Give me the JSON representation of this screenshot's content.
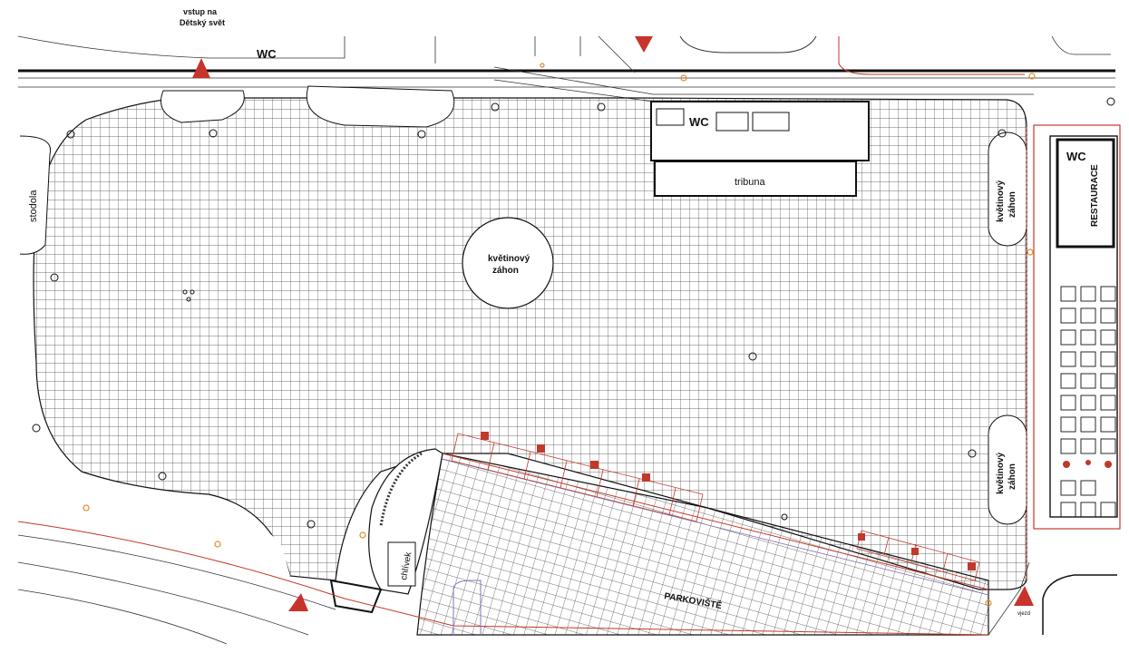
{
  "labels": {
    "entrance": [
      "vstup na",
      "Dětský svět"
    ],
    "wc_top": "WC",
    "wc_stage": "WC",
    "wc_restaurant": "WC",
    "tribune": "tribuna",
    "flowerbed_center": [
      "květinový",
      "záhon"
    ],
    "flowerbed_right_top": [
      "květinový",
      "záhon"
    ],
    "flowerbed_right_bottom": [
      "květinový",
      "záhon"
    ],
    "barn": "stodola",
    "restaurant": "RESTAURACE",
    "shed": "chlívek",
    "parking": "PARKOVIŠTĚ",
    "driveway": "vjezd"
  },
  "colors": {
    "line": "#1a1a1a",
    "grid": "#555555",
    "accent_red": "#c0392b",
    "arrow": "#c8332b",
    "orange": "#e08a2c"
  }
}
